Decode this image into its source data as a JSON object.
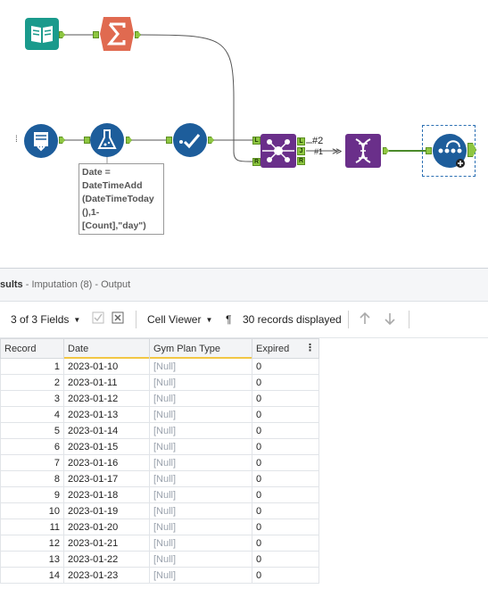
{
  "workflow": {
    "annotation": "Date =\nDateTimeAdd\n(DateTimeToday\n(),1-\n[Count],\"day\")",
    "join_labels": {
      "left": "L",
      "join": "J",
      "right": "R",
      "right_in": "R",
      "left_in": "L"
    },
    "connection_labels": {
      "count_a": "#2",
      "count_b": "#1"
    }
  },
  "results": {
    "title_prefix": "sults",
    "title_suffix": " - Imputation (8) - Output",
    "fields_label": "3 of 3 Fields",
    "viewer_label": "Cell Viewer",
    "pilcrow": "¶",
    "records_label": "30 records displayed",
    "columns": [
      "Record",
      "Date",
      "Gym Plan Type",
      "Expired"
    ],
    "rows": [
      [
        "1",
        "2023-01-10",
        "[Null]",
        "0"
      ],
      [
        "2",
        "2023-01-11",
        "[Null]",
        "0"
      ],
      [
        "3",
        "2023-01-12",
        "[Null]",
        "0"
      ],
      [
        "4",
        "2023-01-13",
        "[Null]",
        "0"
      ],
      [
        "5",
        "2023-01-14",
        "[Null]",
        "0"
      ],
      [
        "6",
        "2023-01-15",
        "[Null]",
        "0"
      ],
      [
        "7",
        "2023-01-16",
        "[Null]",
        "0"
      ],
      [
        "8",
        "2023-01-17",
        "[Null]",
        "0"
      ],
      [
        "9",
        "2023-01-18",
        "[Null]",
        "0"
      ],
      [
        "10",
        "2023-01-19",
        "[Null]",
        "0"
      ],
      [
        "11",
        "2023-01-20",
        "[Null]",
        "0"
      ],
      [
        "12",
        "2023-01-21",
        "[Null]",
        "0"
      ],
      [
        "13",
        "2023-01-22",
        "[Null]",
        "0"
      ],
      [
        "14",
        "2023-01-23",
        "[Null]",
        "0"
      ]
    ]
  },
  "colors": {
    "book_tool": "#1a9a8c",
    "summarize_tool": "#e06a50",
    "blue_tool": "#1d5d9b",
    "purple_tool": "#6a2f8a",
    "anchor": "#8ec641",
    "header_underline": "#f2c744"
  }
}
